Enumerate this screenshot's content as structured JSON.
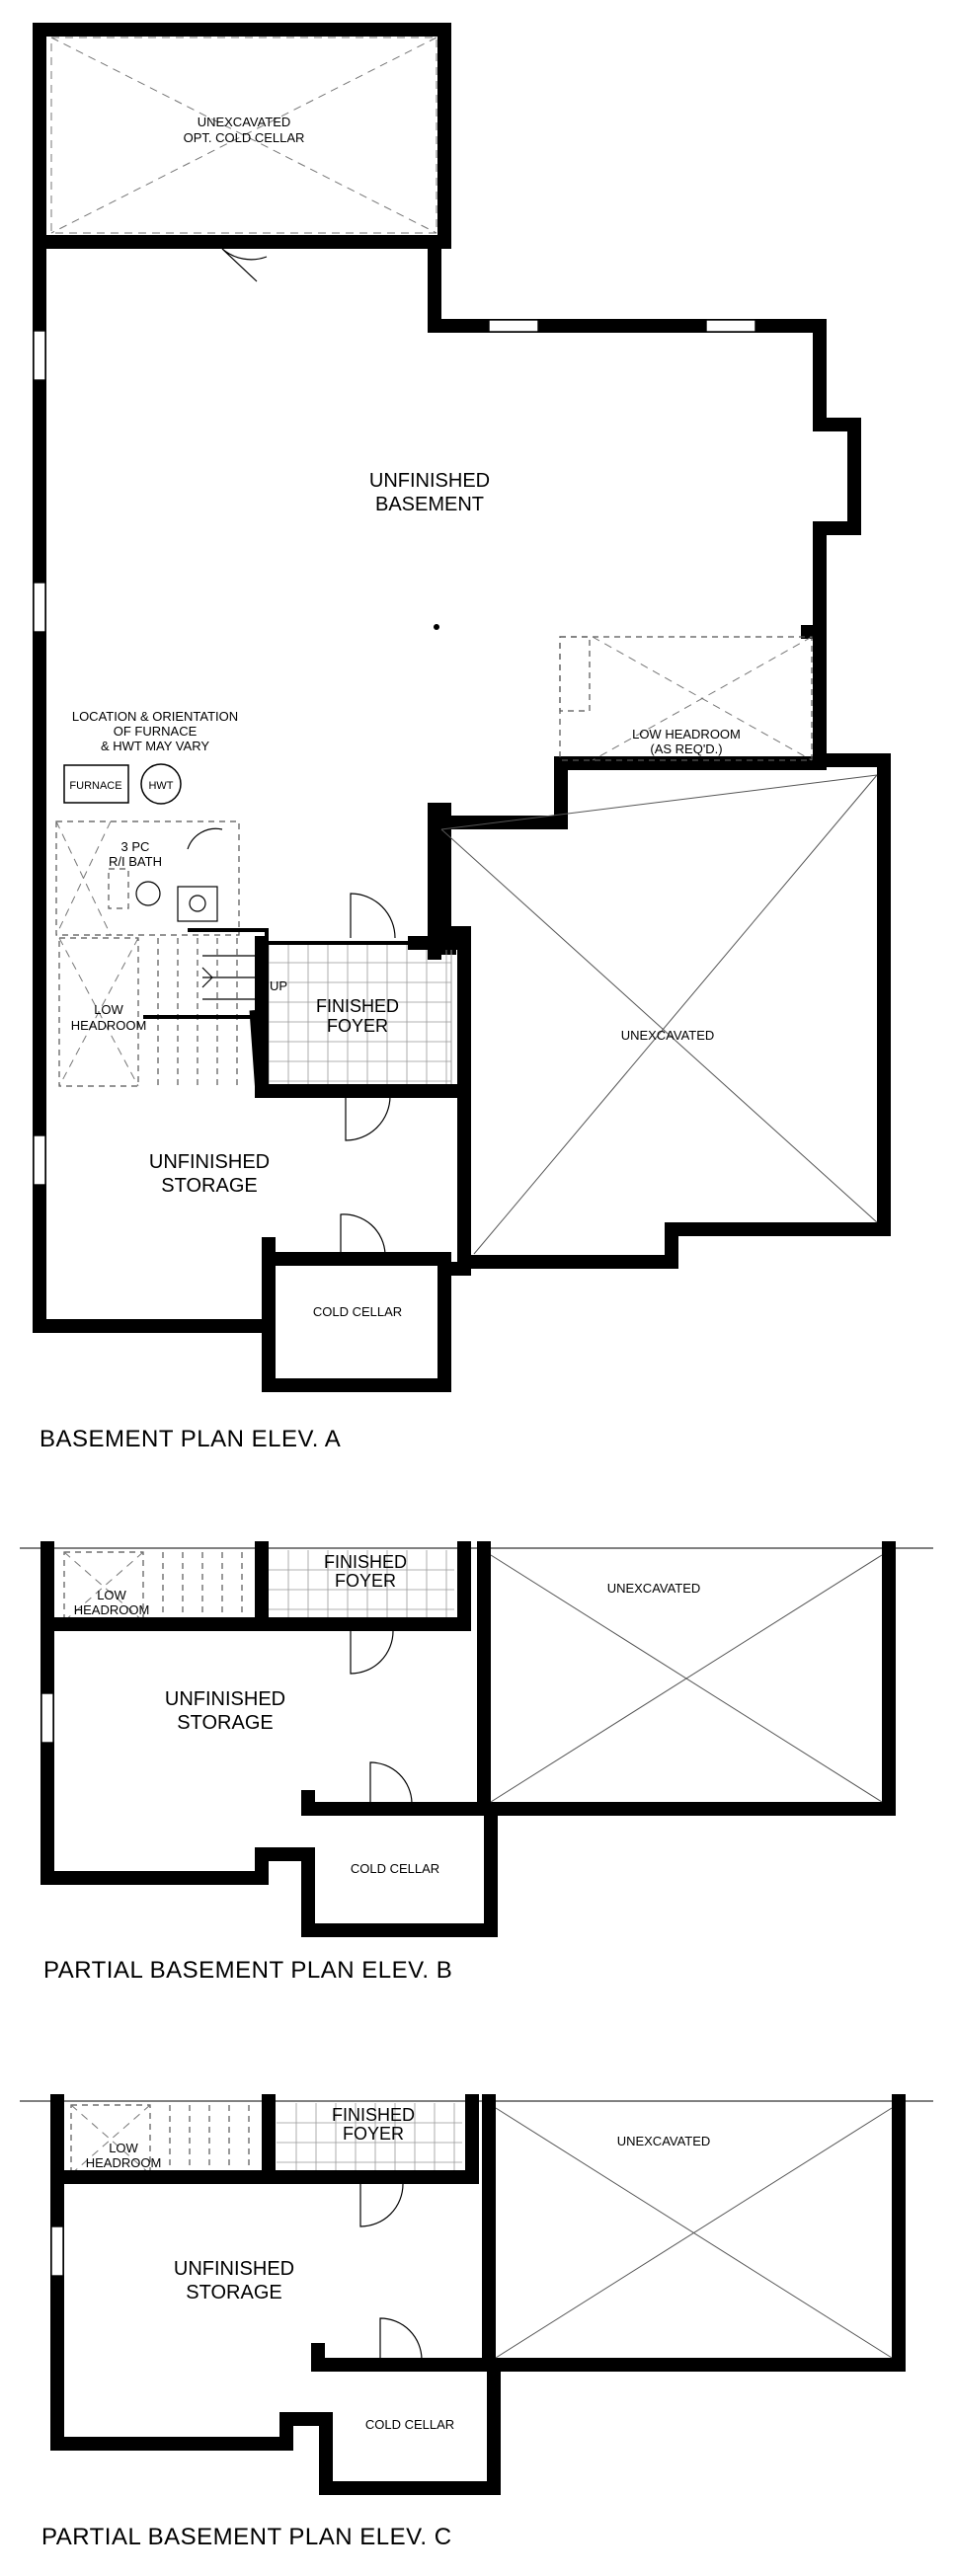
{
  "plans": [
    {
      "title": "BASEMENT PLAN ELEV. A",
      "rooms": {
        "unexcavated_top": [
          "UNEXCAVATED",
          "OPT. COLD CELLAR"
        ],
        "unfinished_basement": [
          "UNFINISHED",
          "BASEMENT"
        ],
        "low_headroom_right": [
          "LOW HEADROOM",
          "(AS REQ'D.)"
        ],
        "furnace_note": [
          "LOCATION & ORIENTATION",
          "OF FURNACE",
          "& HWT MAY VARY"
        ],
        "furnace": "FURNACE",
        "hwt": "HWT",
        "bath": [
          "3 PC",
          "R/I BATH"
        ],
        "low_headroom_left": [
          "LOW",
          "HEADROOM"
        ],
        "up": "UP",
        "finished_foyer": [
          "FINISHED",
          "FOYER"
        ],
        "unexcavated_right": "UNEXCAVATED",
        "unfinished_storage": [
          "UNFINISHED",
          "STORAGE"
        ],
        "cold_cellar": "COLD CELLAR"
      }
    },
    {
      "title": "PARTIAL BASEMENT PLAN ELEV. B",
      "rooms": {
        "low_headroom": [
          "LOW",
          "HEADROOM"
        ],
        "finished_foyer": [
          "FINISHED",
          "FOYER"
        ],
        "unexcavated": "UNEXCAVATED",
        "unfinished_storage": [
          "UNFINISHED",
          "STORAGE"
        ],
        "cold_cellar": "COLD CELLAR"
      }
    },
    {
      "title": "PARTIAL BASEMENT PLAN ELEV. C",
      "rooms": {
        "low_headroom": [
          "LOW",
          "HEADROOM"
        ],
        "finished_foyer": [
          "FINISHED",
          "FOYER"
        ],
        "unexcavated": "UNEXCAVATED",
        "unfinished_storage": [
          "UNFINISHED",
          "STORAGE"
        ],
        "cold_cellar": "COLD CELLAR"
      }
    }
  ]
}
